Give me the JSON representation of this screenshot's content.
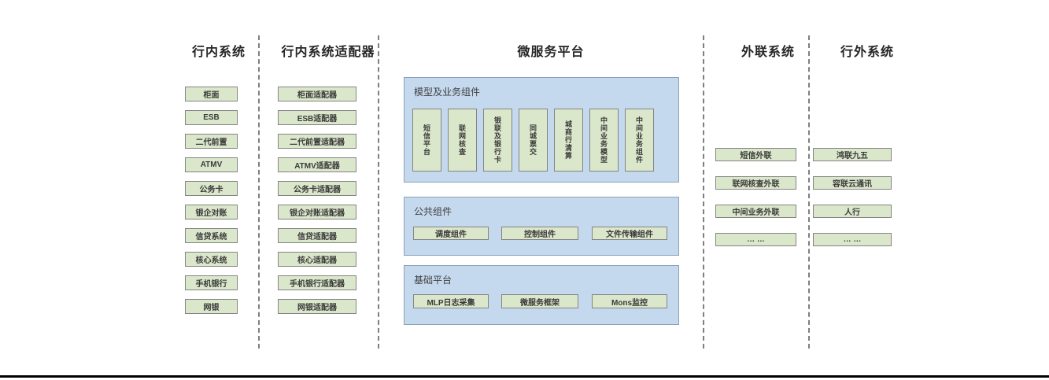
{
  "internal": {
    "title": "行内系统",
    "items": [
      "柜面",
      "ESB",
      "二代前置",
      "ATMV",
      "公务卡",
      "银企对账",
      "信贷系统",
      "核心系统",
      "手机银行",
      "网银"
    ]
  },
  "adapters": {
    "title": "行内系统适配器",
    "items": [
      "柜面适配器",
      "ESB适配器",
      "二代前置适配器",
      "ATMV适配器",
      "公务卡适配器",
      "银企对账适配器",
      "信贷适配器",
      "核心适配器",
      "手机银行适配器",
      "网银适配器"
    ]
  },
  "platform": {
    "title": "微服务平台",
    "model_panel": {
      "title": "模型及业务组件",
      "items": [
        "短信平台",
        "联网核查",
        "银联及银行卡",
        "同城票交",
        "城商行清算",
        "中间业务模型",
        "中间业务组件"
      ]
    },
    "common_panel": {
      "title": "公共组件",
      "items": [
        "调度组件",
        "控制组件",
        "文件传输组件"
      ]
    },
    "base_panel": {
      "title": "基础平台",
      "items": [
        "MLP日志采集",
        "微服务框架",
        "Mons监控"
      ]
    }
  },
  "outbound": {
    "title": "外联系统",
    "items": [
      "短信外联",
      "联网核查外联",
      "中间业务外联",
      "… …"
    ]
  },
  "external": {
    "title": "行外系统",
    "items": [
      "鸿联九五",
      "容联云通讯",
      "人行",
      "… …"
    ]
  },
  "colors": {
    "box_fill": "#dbe7ca",
    "box_border": "#848484",
    "panel_fill": "#c5d9ee",
    "panel_border": "#8ba1b5",
    "dash_color": "#7f7f7f"
  }
}
